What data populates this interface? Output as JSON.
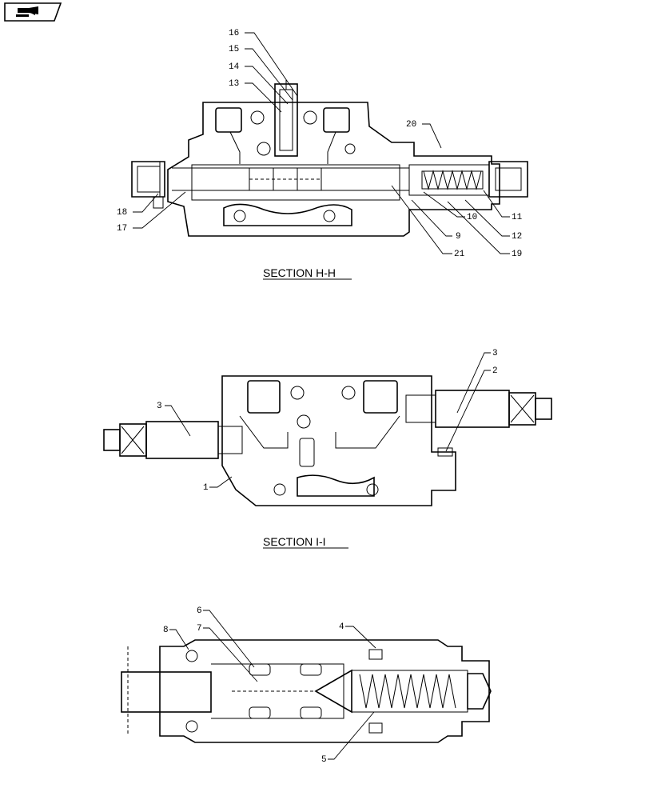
{
  "nav_icon": "return-arrow-icon",
  "sections": [
    {
      "caption": "SECTION  H-H",
      "callouts": [
        "16",
        "15",
        "14",
        "13",
        "20",
        "18",
        "17",
        "9",
        "21",
        "10",
        "11",
        "12",
        "19"
      ]
    },
    {
      "caption": "SECTION  I-I",
      "callouts": [
        "3",
        "2",
        "3",
        "1"
      ]
    },
    {
      "caption": "",
      "callouts": [
        "6",
        "7",
        "8",
        "4",
        "5"
      ]
    }
  ]
}
